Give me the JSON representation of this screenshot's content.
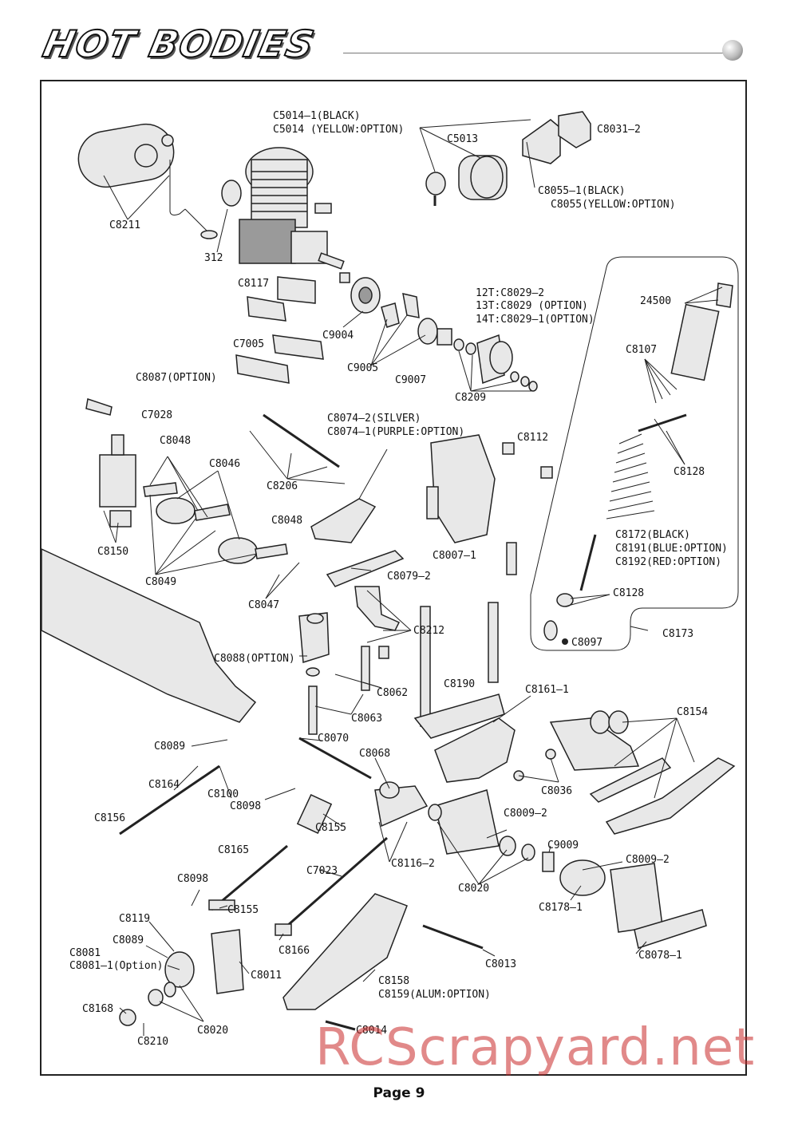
{
  "header": {
    "logo_text": "HOT BODIES"
  },
  "footer": {
    "page_label": "Page 9",
    "watermark": "RCScrapyard.net"
  },
  "part_labels": [
    {
      "id": "c5014-1",
      "text": "C5014–1(BLACK)"
    },
    {
      "id": "c5014",
      "text": "C5014   (YELLOW:OPTION)"
    },
    {
      "id": "c5013",
      "text": "C5013"
    },
    {
      "id": "c8031-2",
      "text": "C8031–2"
    },
    {
      "id": "c8055-1",
      "text": "C8055–1(BLACK)"
    },
    {
      "id": "c8055",
      "text": "C8055(YELLOW:OPTION)"
    },
    {
      "id": "c8211",
      "text": "C8211"
    },
    {
      "id": "312",
      "text": "312"
    },
    {
      "id": "c8117",
      "text": "C8117"
    },
    {
      "id": "c9004",
      "text": "C9004"
    },
    {
      "id": "c7005",
      "text": "C7005"
    },
    {
      "id": "c9005",
      "text": "C9005"
    },
    {
      "id": "c9007",
      "text": "C9007"
    },
    {
      "id": "12t",
      "text": "12T:C8029–2"
    },
    {
      "id": "13t",
      "text": "13T:C8029   (OPTION)"
    },
    {
      "id": "14t",
      "text": "14T:C8029–1(OPTION)"
    },
    {
      "id": "c8209",
      "text": "C8209"
    },
    {
      "id": "24500",
      "text": "24500"
    },
    {
      "id": "c8107",
      "text": "C8107"
    },
    {
      "id": "c8128a",
      "text": "C8128"
    },
    {
      "id": "c8172",
      "text": "C8172(BLACK)"
    },
    {
      "id": "c8191",
      "text": "C8191(BLUE:OPTION)"
    },
    {
      "id": "c8192",
      "text": "C8192(RED:OPTION)"
    },
    {
      "id": "c8128b",
      "text": "C8128"
    },
    {
      "id": "c8097",
      "text": "C8097"
    },
    {
      "id": "c8173",
      "text": "C8173"
    },
    {
      "id": "c8087",
      "text": "C8087(OPTION)"
    },
    {
      "id": "c7028",
      "text": "C7028"
    },
    {
      "id": "c8074-2",
      "text": "C8074–2(SILVER)"
    },
    {
      "id": "c8074-1",
      "text": "C8074–1(PURPLE:OPTION)"
    },
    {
      "id": "c8112",
      "text": "C8112"
    },
    {
      "id": "c8048a",
      "text": "C8048"
    },
    {
      "id": "c8046",
      "text": "C8046"
    },
    {
      "id": "c8206",
      "text": "C8206"
    },
    {
      "id": "c8048b",
      "text": "C8048"
    },
    {
      "id": "c8150",
      "text": "C8150"
    },
    {
      "id": "c8007-1",
      "text": "C8007–1"
    },
    {
      "id": "c8049",
      "text": "C8049"
    },
    {
      "id": "c8079-2",
      "text": "C8079–2"
    },
    {
      "id": "c8047",
      "text": "C8047"
    },
    {
      "id": "c8212",
      "text": "C8212"
    },
    {
      "id": "c8088",
      "text": "C8088(OPTION)"
    },
    {
      "id": "c8062",
      "text": "C8062"
    },
    {
      "id": "c8190",
      "text": "C8190"
    },
    {
      "id": "c8161-1",
      "text": "C8161–1"
    },
    {
      "id": "c8063",
      "text": "C8063"
    },
    {
      "id": "c8154",
      "text": "C8154"
    },
    {
      "id": "c8089a",
      "text": "C8089"
    },
    {
      "id": "c8070",
      "text": "C8070"
    },
    {
      "id": "c8068",
      "text": "C8068"
    },
    {
      "id": "c8164",
      "text": "C8164"
    },
    {
      "id": "c8100",
      "text": "C8100"
    },
    {
      "id": "c8036",
      "text": "C8036"
    },
    {
      "id": "c8098a",
      "text": "C8098"
    },
    {
      "id": "c8156",
      "text": "C8156"
    },
    {
      "id": "c8155a",
      "text": "C8155"
    },
    {
      "id": "c8009-2a",
      "text": "C8009–2"
    },
    {
      "id": "c8165",
      "text": "C8165"
    },
    {
      "id": "c9009",
      "text": "C9009"
    },
    {
      "id": "c8116-2",
      "text": "C8116–2"
    },
    {
      "id": "c8009-2b",
      "text": "C8009–2"
    },
    {
      "id": "c7023",
      "text": "C7023"
    },
    {
      "id": "c8098b",
      "text": "C8098"
    },
    {
      "id": "c8020a",
      "text": "C8020"
    },
    {
      "id": "c8155b",
      "text": "C8155"
    },
    {
      "id": "c8178-1",
      "text": "C8178–1"
    },
    {
      "id": "c8119",
      "text": "C8119"
    },
    {
      "id": "c8089b",
      "text": "C8089"
    },
    {
      "id": "c8166",
      "text": "C8166"
    },
    {
      "id": "c8081",
      "text": "C8081"
    },
    {
      "id": "c8081-1",
      "text": "C8081–1(Option)"
    },
    {
      "id": "c8013",
      "text": "C8013"
    },
    {
      "id": "c8078-1",
      "text": "C8078–1"
    },
    {
      "id": "c8011",
      "text": "C8011"
    },
    {
      "id": "c8158",
      "text": "C8158"
    },
    {
      "id": "c8159",
      "text": "C8159(ALUM:OPTION)"
    },
    {
      "id": "c8168",
      "text": "C8168"
    },
    {
      "id": "c8020b",
      "text": "C8020"
    },
    {
      "id": "c8210",
      "text": "C8210"
    },
    {
      "id": "c8014",
      "text": "C8014"
    }
  ]
}
